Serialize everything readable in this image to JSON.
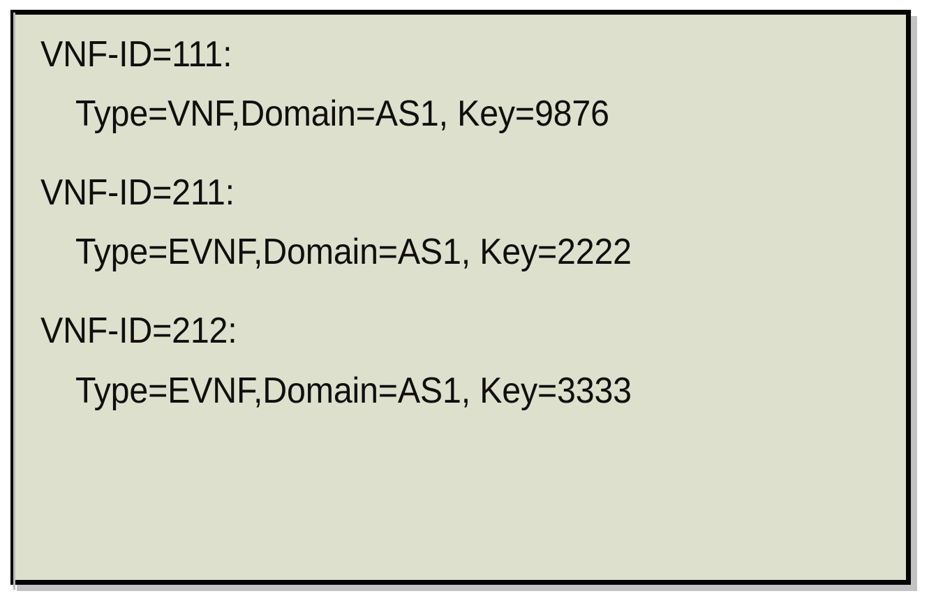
{
  "panel": {
    "background_color": "#dde0cd",
    "border_color": "#050505",
    "shadow_color": "#c3c3c3",
    "text_color": "#100f0d"
  },
  "records": [
    {
      "id_line": "VNF-ID=111:",
      "detail_line": "Type=VNF,Domain=AS1, Key=9876",
      "vnf_id": "111",
      "type": "VNF",
      "domain": "AS1",
      "key": "9876"
    },
    {
      "id_line": "VNF-ID=211:",
      "detail_line": "Type=EVNF,Domain=AS1, Key=2222",
      "vnf_id": "211",
      "type": "EVNF",
      "domain": "AS1",
      "key": "2222"
    },
    {
      "id_line": "VNF-ID=212:",
      "detail_line": "Type=EVNF,Domain=AS1, Key=3333",
      "vnf_id": "212",
      "type": "EVNF",
      "domain": "AS1",
      "key": "3333"
    }
  ]
}
